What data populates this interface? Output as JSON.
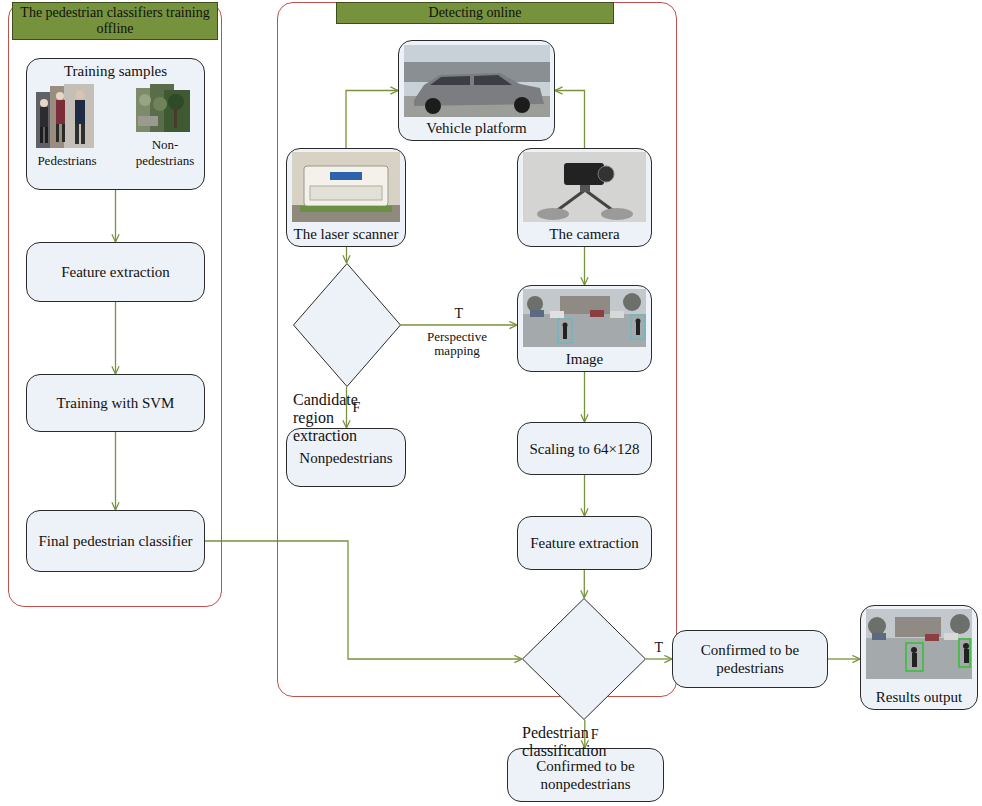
{
  "diagram": {
    "nodes": [
      {
        "text": [
          "The pedestrian classifiers training offline"
        ]
      },
      {
        "text": [
          "Training samples",
          "Pedestrians",
          "Non- pedestrians"
        ],
        "in": 0
      },
      {
        "text": [
          "Feature extraction"
        ],
        "in": 0
      },
      {
        "text": [
          "Training with SVM"
        ],
        "in": 0
      },
      {
        "text": [
          "Final pedestrian classifier"
        ],
        "in": 0
      },
      {
        "text": [
          "Detecting online"
        ]
      },
      {
        "text": [
          "Vehicle platform"
        ],
        "in": 5
      },
      {
        "text": [
          "The laser scanner"
        ],
        "in": 5
      },
      {
        "text": [
          "The camera"
        ],
        "in": 5
      },
      {
        "text": [
          "Candidate region extraction"
        ],
        "in": 5
      },
      {
        "text": [
          "Image"
        ],
        "in": 5
      },
      {
        "text": [
          "Nonpedestrians"
        ],
        "in": 5
      },
      {
        "text": [
          "Scaling to 64×128"
        ],
        "in": 5
      },
      {
        "text": [
          "Feature extraction"
        ],
        "in": 5
      },
      {
        "text": [
          "Pedestrian classification"
        ],
        "in": 5
      },
      {
        "text": [
          "Confirmed to be pedestrians"
        ]
      },
      {
        "text": [
          "Results output"
        ]
      },
      {
        "text": [
          "Confirmed to be nonpedestrians"
        ]
      }
    ],
    "edges": [
      {
        "from": 1,
        "to": 2,
        "arrow": "to"
      },
      {
        "from": 2,
        "to": 3,
        "arrow": "to"
      },
      {
        "from": 3,
        "to": 4,
        "arrow": "to"
      },
      {
        "from": 4,
        "to": 14,
        "arrow": "to"
      },
      {
        "from": 7,
        "to": 6,
        "arrow": "to"
      },
      {
        "from": 8,
        "to": 6,
        "arrow": "to"
      },
      {
        "from": 7,
        "to": 9,
        "arrow": "to"
      },
      {
        "from": 9,
        "to": 10,
        "label": "T",
        "arrow": "to"
      },
      {
        "from": 9,
        "to": 11,
        "label": "F",
        "arrow": "to"
      },
      {
        "from": 8,
        "to": 10,
        "arrow": "to"
      },
      {
        "from": 10,
        "to": 12,
        "arrow": "to"
      },
      {
        "from": 12,
        "to": 13,
        "arrow": "to"
      },
      {
        "from": 13,
        "to": 14,
        "arrow": "to"
      },
      {
        "from": 14,
        "to": 15,
        "label": "T",
        "arrow": "to"
      },
      {
        "from": 14,
        "to": 17,
        "label": "F",
        "arrow": "to"
      },
      {
        "from": 15,
        "to": 16,
        "arrow": "to"
      }
    ],
    "labels": [
      "Perspective mapping"
    ]
  }
}
